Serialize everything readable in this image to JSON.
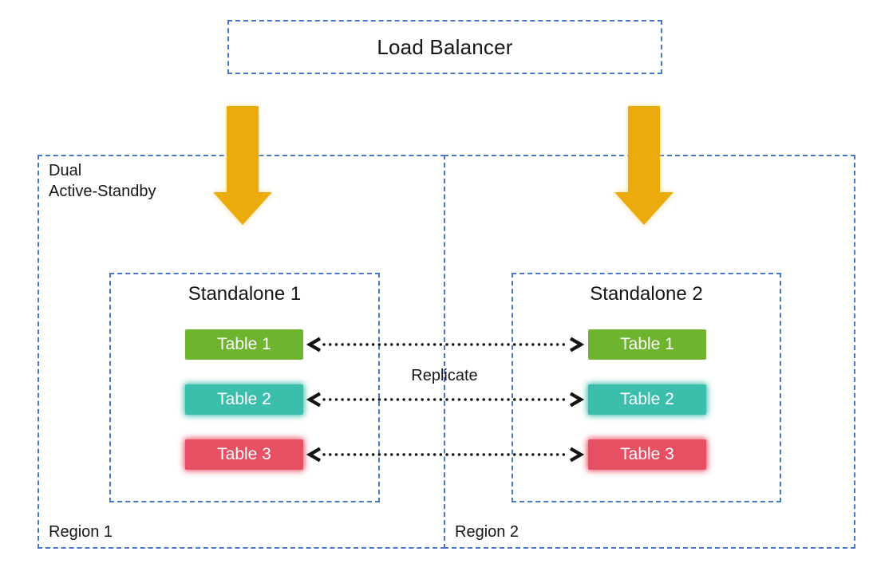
{
  "load_balancer": {
    "label": "Load Balancer"
  },
  "replicate": {
    "label": "Replicate"
  },
  "regions": [
    {
      "label": "Region 1",
      "annotation_line1": "Dual",
      "annotation_line2": "Active-Standby",
      "standalone": {
        "title": "Standalone 1",
        "tables": [
          {
            "label": "Table 1",
            "color": "#6FB42F",
            "glow": false
          },
          {
            "label": "Table 2",
            "color": "#3CBEAC",
            "glow": true
          },
          {
            "label": "Table 3",
            "color": "#E74F63",
            "glow": true
          }
        ]
      }
    },
    {
      "label": "Region 2",
      "standalone": {
        "title": "Standalone 2",
        "tables": [
          {
            "label": "Table 1",
            "color": "#6FB42F",
            "glow": false
          },
          {
            "label": "Table 2",
            "color": "#3CBEAC",
            "glow": true
          },
          {
            "label": "Table 3",
            "color": "#E74F63",
            "glow": true
          }
        ]
      }
    }
  ],
  "colors": {
    "dashed_border": "#4776CB",
    "flow_arrow": "#ECAB0D",
    "flow_arrow_glow": "#F7D98F",
    "replication_arrow": "#141414",
    "text": "#161616"
  }
}
